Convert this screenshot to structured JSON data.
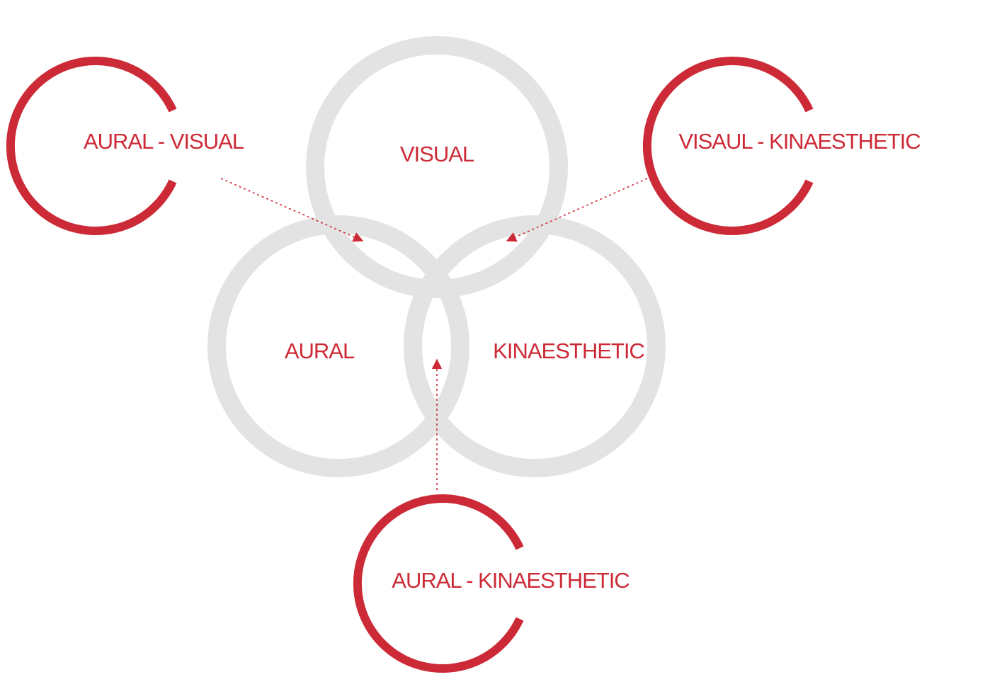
{
  "diagram": {
    "colors": {
      "accent": "#cc2a36",
      "ring": "#e3e3e3",
      "background": "#ffffff"
    },
    "main_circles": [
      {
        "label": "VISUAL"
      },
      {
        "label": "AURAL"
      },
      {
        "label": "KINAESTHETIC"
      }
    ],
    "combinations": [
      {
        "label": "AURAL - VISUAL"
      },
      {
        "label": "VISAUL - KINAESTHETIC"
      },
      {
        "label": "AURAL - KINAESTHETIC"
      }
    ]
  }
}
